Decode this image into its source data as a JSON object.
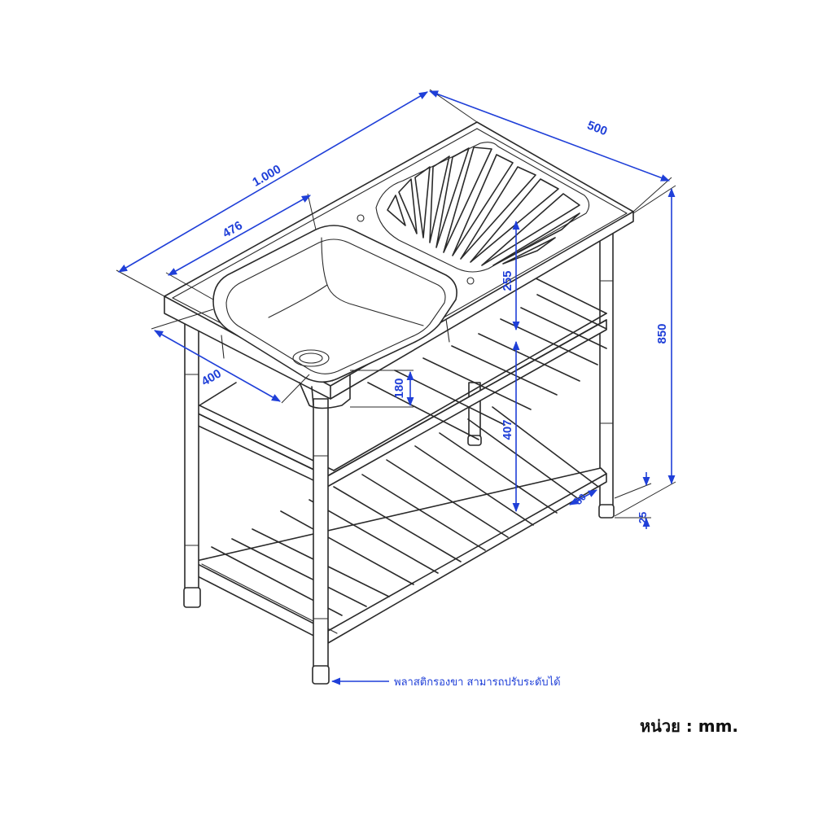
{
  "dimensions": {
    "length": "1.000",
    "width": "500",
    "bowl_length": "476",
    "bowl_width": "400",
    "bowl_depth": "180",
    "rim_to_shelf": "255",
    "shelf_to_floor": "407",
    "height": "850",
    "leg_adjust": "25",
    "shelf_offset": "80"
  },
  "note": "พลาสติกรองขา สามารถปรับระดับได้",
  "unit_label": "หน่วย : mm.",
  "colors": {
    "dimension": "#1f3fd8",
    "line": "#2a2a2a"
  }
}
